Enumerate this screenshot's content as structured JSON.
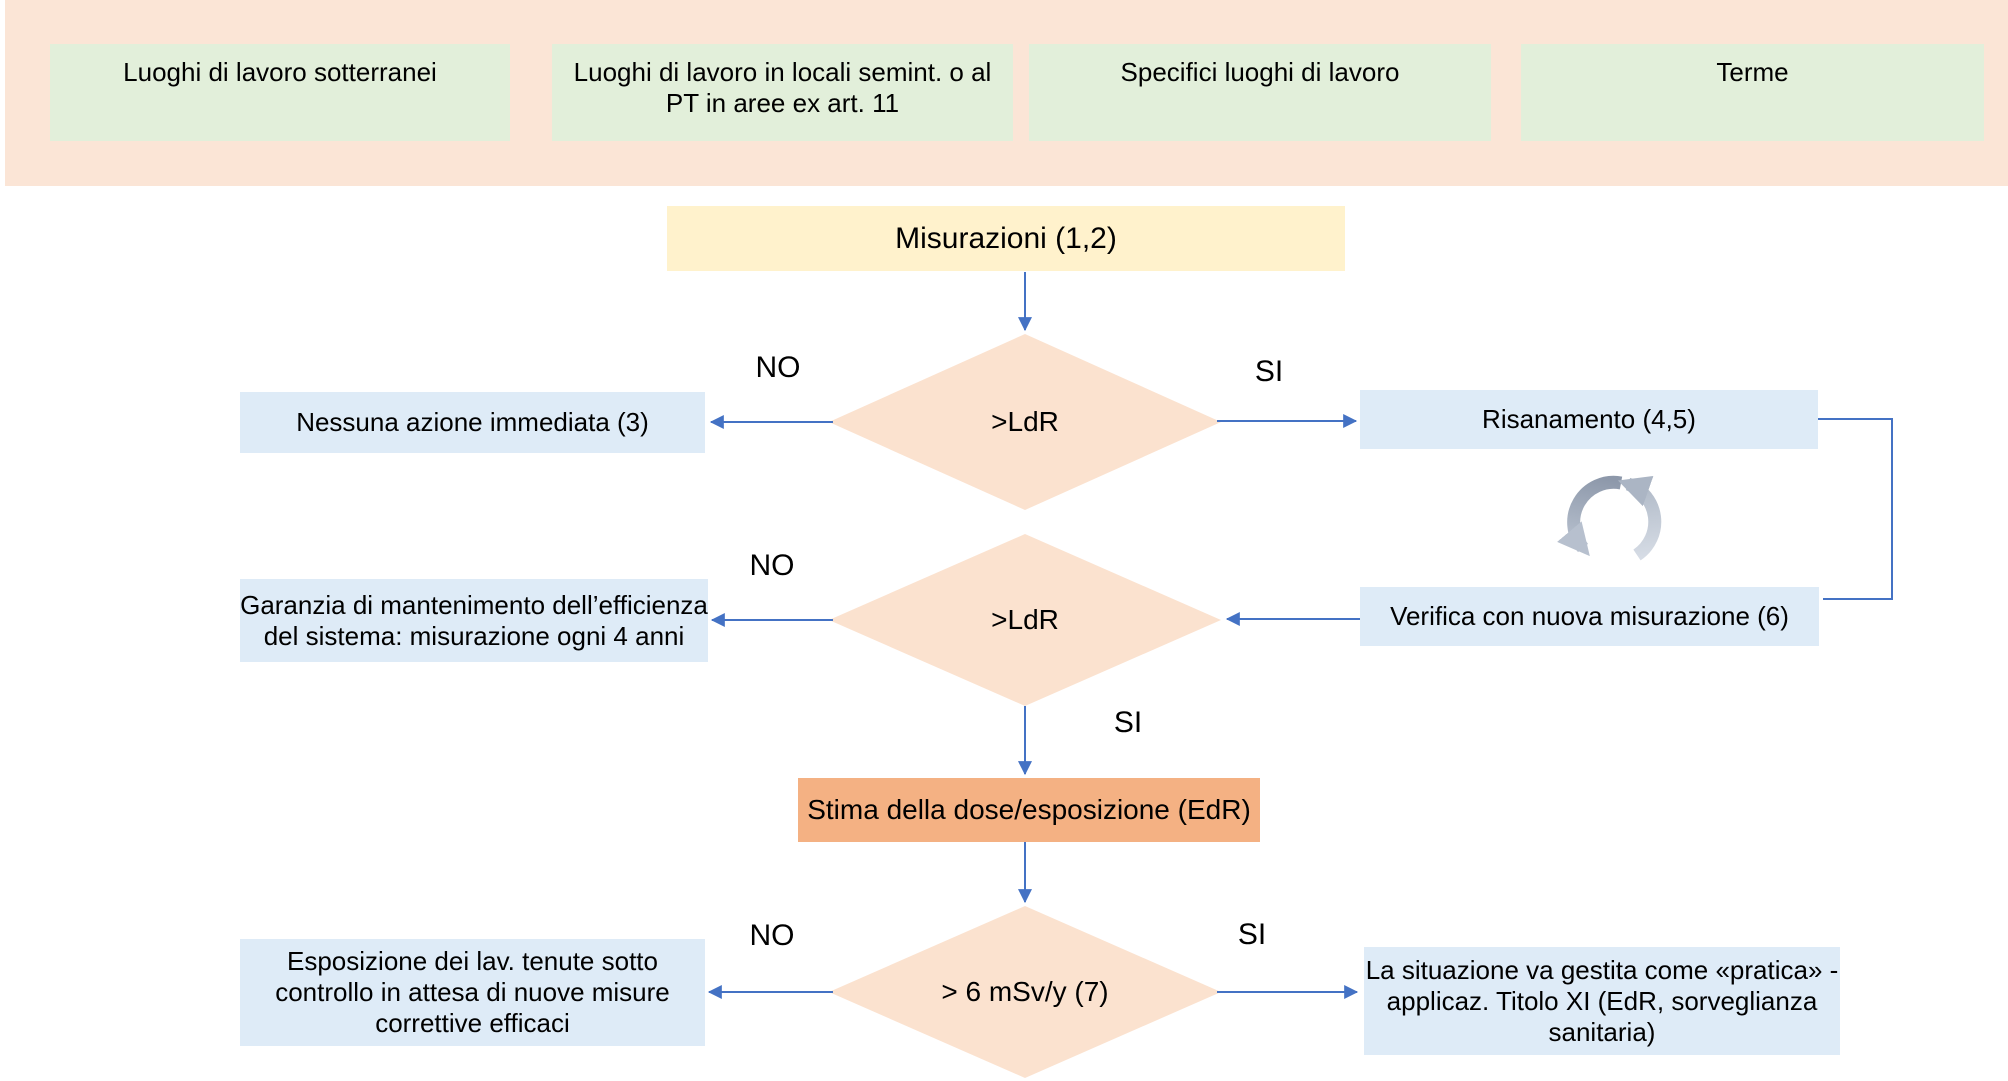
{
  "banner": {
    "items": [
      {
        "label": "Luoghi di lavoro sotterranei"
      },
      {
        "label": "Luoghi di lavoro in locali semint. o al\nPT in aree ex art. 11"
      },
      {
        "label": "Specifici luoghi di lavoro"
      },
      {
        "label": "Terme"
      }
    ]
  },
  "flow": {
    "misurazioni": "Misurazioni (1,2)",
    "decision1": ">LdR",
    "nessuna_azione": "Nessuna azione immediata (3)",
    "risanamento": "Risanamento (4,5)",
    "verifica": "Verifica con nuova misurazione (6)",
    "decision2": ">LdR",
    "garanzia": "Garanzia di mantenimento dell’efficienza\ndel sistema: misurazione ogni 4 anni",
    "stima": "Stima della dose/esposizione (EdR)",
    "decision3": "> 6 mSv/y (7)",
    "esposizione": "Esposizione dei lav. tenute sotto\ncontrollo in attesa di nuove misure\ncorrettive efficaci",
    "situazione": "La situazione va gestita come «pratica» -\napplicaz. Titolo XI (EdR, sorveglianza\nsanitaria)"
  },
  "edge_labels": {
    "d1_no": "NO",
    "d1_si": "SI",
    "d2_no": "NO",
    "d2_si": "SI",
    "d3_no": "NO",
    "d3_si": "SI"
  },
  "colors": {
    "banner_bg": "#FBE5D6",
    "category_box_bg": "#E2EFDA",
    "start_box_bg": "#FFF2CC",
    "decision_bg": "#FBE2CF",
    "action_box_bg": "#DEEBF7",
    "estimate_box_bg": "#F4B183",
    "arrow_blue": "#4472C4",
    "cycle_icon_gray": "#9AA5B6"
  }
}
